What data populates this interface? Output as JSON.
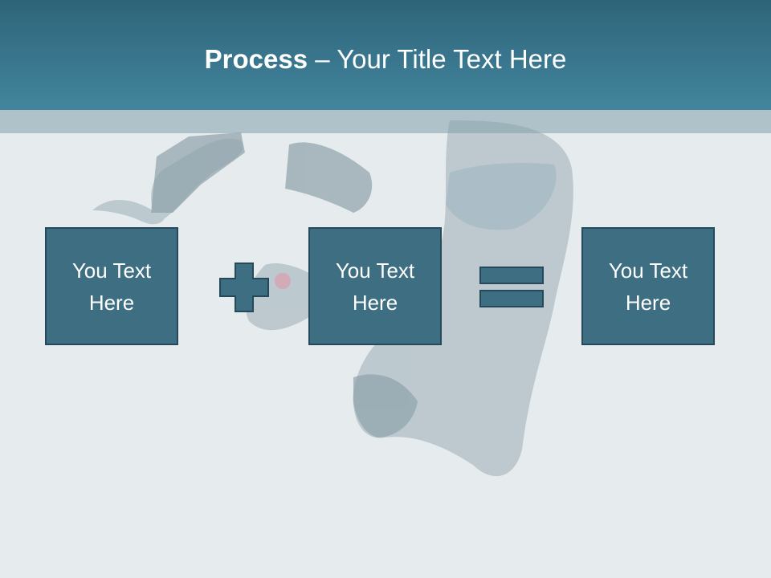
{
  "slide": {
    "title_bold": "Process",
    "title_rest": " – Your Title Text Here",
    "boxes": [
      {
        "line1": "You Text",
        "line2": "Here"
      },
      {
        "line1": "You Text",
        "line2": "Here"
      },
      {
        "line1": "You Text",
        "line2": "Here"
      }
    ],
    "operators": {
      "first": "plus",
      "second": "equals"
    }
  },
  "colors": {
    "header": "#3a7890",
    "box_fill": "#3d6e82",
    "box_border": "#25485a",
    "background": "#e6ecee"
  }
}
